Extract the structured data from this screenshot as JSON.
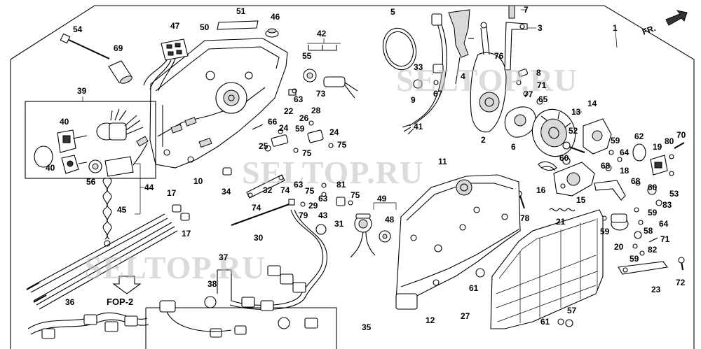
{
  "watermark": "SELTOP.RU",
  "front_mark": "FR.",
  "ref_label": "FOP-2",
  "callouts": [
    {
      "id": "c1",
      "text": "1"
    },
    {
      "id": "c2",
      "text": "2"
    },
    {
      "id": "c3",
      "text": "3"
    },
    {
      "id": "c4",
      "text": "4"
    },
    {
      "id": "c5",
      "text": "5"
    },
    {
      "id": "c6",
      "text": "6"
    },
    {
      "id": "c7",
      "text": "7"
    },
    {
      "id": "c8",
      "text": "8"
    },
    {
      "id": "c9",
      "text": "9"
    },
    {
      "id": "c10",
      "text": "10"
    },
    {
      "id": "c11",
      "text": "11"
    },
    {
      "id": "c12",
      "text": "12"
    },
    {
      "id": "c13",
      "text": "13"
    },
    {
      "id": "c14",
      "text": "14"
    },
    {
      "id": "c15",
      "text": "15"
    },
    {
      "id": "c16",
      "text": "16"
    },
    {
      "id": "c17a",
      "text": "17"
    },
    {
      "id": "c17b",
      "text": "17"
    },
    {
      "id": "c18",
      "text": "18"
    },
    {
      "id": "c19",
      "text": "19"
    },
    {
      "id": "c20",
      "text": "20"
    },
    {
      "id": "c21",
      "text": "21"
    },
    {
      "id": "c22",
      "text": "22"
    },
    {
      "id": "c23",
      "text": "23"
    },
    {
      "id": "c24a",
      "text": "24"
    },
    {
      "id": "c24b",
      "text": "24"
    },
    {
      "id": "c25",
      "text": "25"
    },
    {
      "id": "c26",
      "text": "26"
    },
    {
      "id": "c27",
      "text": "27"
    },
    {
      "id": "c28",
      "text": "28"
    },
    {
      "id": "c29",
      "text": "29"
    },
    {
      "id": "c30",
      "text": "30"
    },
    {
      "id": "c31",
      "text": "31"
    },
    {
      "id": "c32",
      "text": "32"
    },
    {
      "id": "c33",
      "text": "33"
    },
    {
      "id": "c34",
      "text": "34"
    },
    {
      "id": "c35",
      "text": "35"
    },
    {
      "id": "c36",
      "text": "36"
    },
    {
      "id": "c37",
      "text": "37"
    },
    {
      "id": "c38",
      "text": "38"
    },
    {
      "id": "c39",
      "text": "39"
    },
    {
      "id": "c40a",
      "text": "40"
    },
    {
      "id": "c40b",
      "text": "40"
    },
    {
      "id": "c41",
      "text": "41"
    },
    {
      "id": "c42",
      "text": "42"
    },
    {
      "id": "c43",
      "text": "43"
    },
    {
      "id": "c44",
      "text": "44"
    },
    {
      "id": "c45",
      "text": "45"
    },
    {
      "id": "c46",
      "text": "46"
    },
    {
      "id": "c47",
      "text": "47"
    },
    {
      "id": "c48",
      "text": "48"
    },
    {
      "id": "c49",
      "text": "49"
    },
    {
      "id": "c50",
      "text": "50"
    },
    {
      "id": "c51",
      "text": "51"
    },
    {
      "id": "c52",
      "text": "52"
    },
    {
      "id": "c53",
      "text": "53"
    },
    {
      "id": "c54",
      "text": "54"
    },
    {
      "id": "c55",
      "text": "55"
    },
    {
      "id": "c56",
      "text": "56"
    },
    {
      "id": "c57",
      "text": "57"
    },
    {
      "id": "c58",
      "text": "58"
    },
    {
      "id": "c59a",
      "text": "59"
    },
    {
      "id": "c59b",
      "text": "59"
    },
    {
      "id": "c59c",
      "text": "59"
    },
    {
      "id": "c59d",
      "text": "59"
    },
    {
      "id": "c59e",
      "text": "59"
    },
    {
      "id": "c60a",
      "text": "60"
    },
    {
      "id": "c60b",
      "text": "60"
    },
    {
      "id": "c61a",
      "text": "61"
    },
    {
      "id": "c61b",
      "text": "61"
    },
    {
      "id": "c62",
      "text": "62"
    },
    {
      "id": "c63a",
      "text": "63"
    },
    {
      "id": "c63b",
      "text": "63"
    },
    {
      "id": "c63c",
      "text": "63"
    },
    {
      "id": "c64a",
      "text": "64"
    },
    {
      "id": "c64b",
      "text": "64"
    },
    {
      "id": "c65",
      "text": "65"
    },
    {
      "id": "c66",
      "text": "66"
    },
    {
      "id": "c67",
      "text": "67"
    },
    {
      "id": "c68a",
      "text": "68"
    },
    {
      "id": "c68b",
      "text": "68"
    },
    {
      "id": "c69",
      "text": "69"
    },
    {
      "id": "c70",
      "text": "70"
    },
    {
      "id": "c71a",
      "text": "71"
    },
    {
      "id": "c71b",
      "text": "71"
    },
    {
      "id": "c72",
      "text": "72"
    },
    {
      "id": "c73",
      "text": "73"
    },
    {
      "id": "c74a",
      "text": "74"
    },
    {
      "id": "c74b",
      "text": "74"
    },
    {
      "id": "c75a",
      "text": "75"
    },
    {
      "id": "c75b",
      "text": "75"
    },
    {
      "id": "c75c",
      "text": "75"
    },
    {
      "id": "c75d",
      "text": "75"
    },
    {
      "id": "c76",
      "text": "76"
    },
    {
      "id": "c77",
      "text": "77"
    },
    {
      "id": "c78",
      "text": "78"
    },
    {
      "id": "c79",
      "text": "79"
    },
    {
      "id": "c80",
      "text": "80"
    },
    {
      "id": "c81",
      "text": "81"
    },
    {
      "id": "c82",
      "text": "82"
    },
    {
      "id": "c83",
      "text": "83"
    }
  ]
}
